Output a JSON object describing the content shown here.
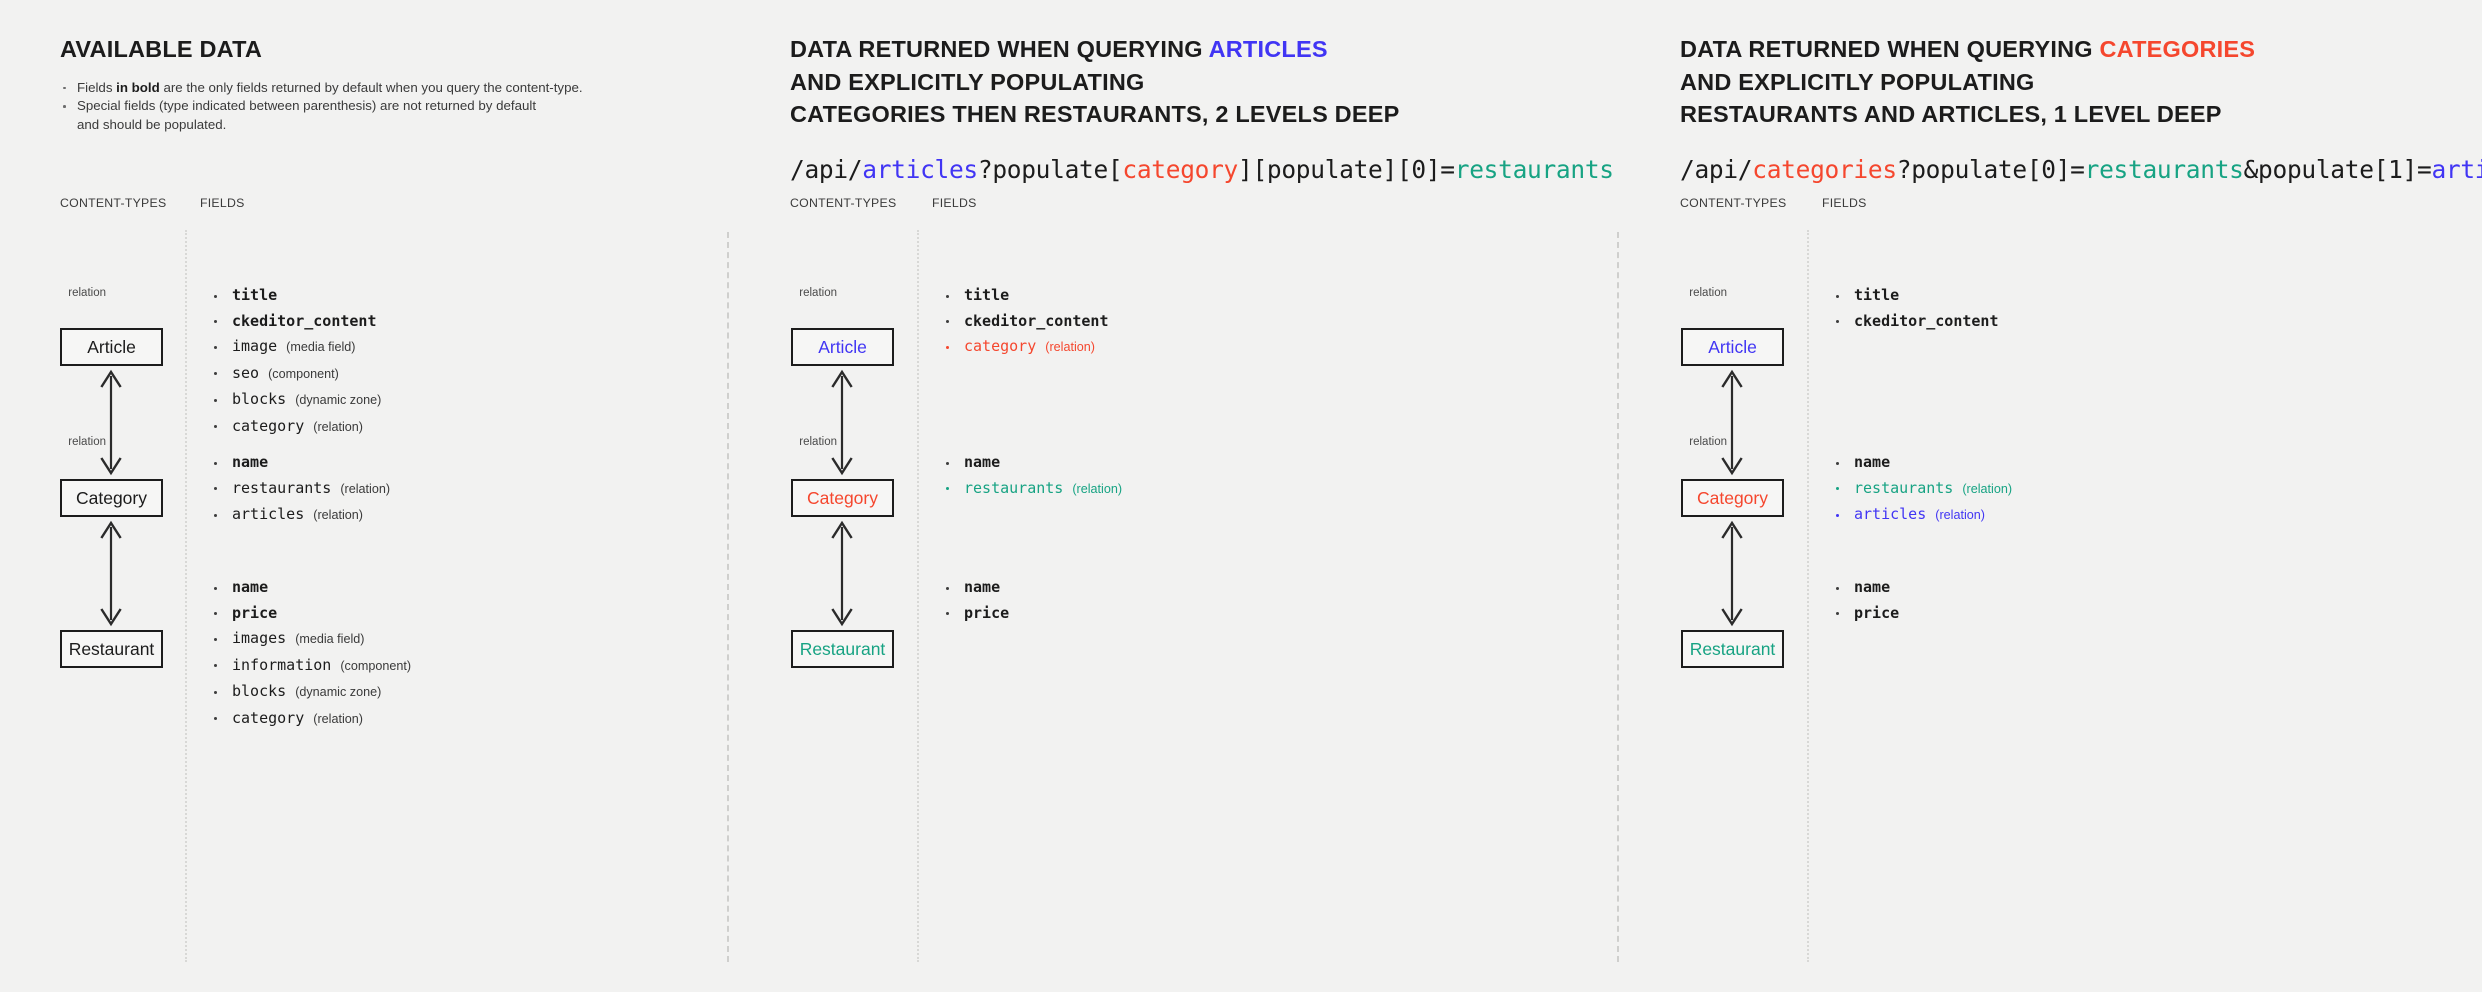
{
  "accent_colors": {
    "blue": "#4135f4",
    "red": "#f5472e",
    "teal": "#17a383",
    "background": "#f2f2f1",
    "text": "#1c1c1c"
  },
  "column_labels": {
    "content_types": "CONTENT-TYPES",
    "fields": "FIELDS"
  },
  "relation_label": "relation",
  "panels": [
    {
      "id": "available-data",
      "title_lines": [
        [
          {
            "t": "AVAILABLE DATA",
            "c": "plain"
          }
        ]
      ],
      "bullets": [
        "Fields <b>in bold</b> are the only fields returned by default when you query the content-type.",
        "Special fields (type indicated between parenthesis) are not returned by default<br>and should be populated."
      ],
      "api": null,
      "nodes": [
        {
          "label": "Article",
          "color": "plain"
        },
        {
          "label": "Category",
          "color": "plain"
        },
        {
          "label": "Restaurant",
          "color": "plain"
        }
      ],
      "field_groups": [
        {
          "for": "Article",
          "fields": [
            {
              "name": "title",
              "type": "",
              "bold": true,
              "color": "plain"
            },
            {
              "name": "ckeditor_content",
              "type": "",
              "bold": true,
              "color": "plain"
            },
            {
              "name": "image",
              "type": "(media field)",
              "bold": false,
              "color": "plain"
            },
            {
              "name": "seo",
              "type": "(component)",
              "bold": false,
              "color": "plain"
            },
            {
              "name": "blocks",
              "type": "(dynamic zone)",
              "bold": false,
              "color": "plain"
            },
            {
              "name": "category",
              "type": "(relation)",
              "bold": false,
              "color": "plain"
            }
          ]
        },
        {
          "for": "Category",
          "fields": [
            {
              "name": "name",
              "type": "",
              "bold": true,
              "color": "plain"
            },
            {
              "name": "restaurants",
              "type": "(relation)",
              "bold": false,
              "color": "plain"
            },
            {
              "name": "articles",
              "type": "(relation)",
              "bold": false,
              "color": "plain"
            }
          ]
        },
        {
          "for": "Restaurant",
          "fields": [
            {
              "name": "name",
              "type": "",
              "bold": true,
              "color": "plain"
            },
            {
              "name": "price",
              "type": "",
              "bold": true,
              "color": "plain"
            },
            {
              "name": "images",
              "type": "(media field)",
              "bold": false,
              "color": "plain"
            },
            {
              "name": "information",
              "type": "(component)",
              "bold": false,
              "color": "plain"
            },
            {
              "name": "blocks",
              "type": "(dynamic zone)",
              "bold": false,
              "color": "plain"
            },
            {
              "name": "category",
              "type": "(relation)",
              "bold": false,
              "color": "plain"
            }
          ]
        }
      ]
    },
    {
      "id": "query-articles",
      "title_lines": [
        [
          {
            "t": "DATA RETURNED WHEN QUERYING ",
            "c": "plain"
          },
          {
            "t": "ARTICLES",
            "c": "blue"
          }
        ],
        [
          {
            "t": "AND EXPLICITLY POPULATING",
            "c": "plain"
          }
        ],
        [
          {
            "t": "CATEGORIES THEN RESTAURANTS, 2 LEVELS DEEP",
            "c": "plain"
          }
        ]
      ],
      "bullets": [],
      "api": [
        {
          "t": "/api/",
          "c": "plain"
        },
        {
          "t": "articles",
          "c": "blue"
        },
        {
          "t": "?populate[",
          "c": "plain"
        },
        {
          "t": "category",
          "c": "red"
        },
        {
          "t": "][populate][0]=",
          "c": "plain"
        },
        {
          "t": "restaurants",
          "c": "teal"
        }
      ],
      "nodes": [
        {
          "label": "Article",
          "color": "blue"
        },
        {
          "label": "Category",
          "color": "red"
        },
        {
          "label": "Restaurant",
          "color": "teal"
        }
      ],
      "field_groups": [
        {
          "for": "Article",
          "fields": [
            {
              "name": "title",
              "type": "",
              "bold": true,
              "color": "plain"
            },
            {
              "name": "ckeditor_content",
              "type": "",
              "bold": true,
              "color": "plain"
            },
            {
              "name": "category",
              "type": "(relation)",
              "bold": false,
              "color": "red"
            }
          ]
        },
        {
          "for": "Category",
          "fields": [
            {
              "name": "name",
              "type": "",
              "bold": true,
              "color": "plain"
            },
            {
              "name": "restaurants",
              "type": "(relation)",
              "bold": false,
              "color": "teal"
            }
          ]
        },
        {
          "for": "Restaurant",
          "fields": [
            {
              "name": "name",
              "type": "",
              "bold": true,
              "color": "plain"
            },
            {
              "name": "price",
              "type": "",
              "bold": true,
              "color": "plain"
            }
          ]
        }
      ]
    },
    {
      "id": "query-categories",
      "title_lines": [
        [
          {
            "t": "DATA RETURNED WHEN QUERYING ",
            "c": "plain"
          },
          {
            "t": "CATEGORIES",
            "c": "red"
          }
        ],
        [
          {
            "t": "AND EXPLICITLY POPULATING",
            "c": "plain"
          }
        ],
        [
          {
            "t": "RESTAURANTS AND ARTICLES, 1 LEVEL DEEP",
            "c": "plain"
          }
        ]
      ],
      "bullets": [],
      "api": [
        {
          "t": "/api/",
          "c": "plain"
        },
        {
          "t": "categories",
          "c": "red"
        },
        {
          "t": "?populate[0]=",
          "c": "plain"
        },
        {
          "t": "restaurants",
          "c": "teal"
        },
        {
          "t": "&populate[1]=",
          "c": "plain"
        },
        {
          "t": "articles",
          "c": "blue"
        }
      ],
      "nodes": [
        {
          "label": "Article",
          "color": "blue"
        },
        {
          "label": "Category",
          "color": "red"
        },
        {
          "label": "Restaurant",
          "color": "teal"
        }
      ],
      "field_groups": [
        {
          "for": "Article",
          "fields": [
            {
              "name": "title",
              "type": "",
              "bold": true,
              "color": "plain"
            },
            {
              "name": "ckeditor_content",
              "type": "",
              "bold": true,
              "color": "plain"
            }
          ]
        },
        {
          "for": "Category",
          "fields": [
            {
              "name": "name",
              "type": "",
              "bold": true,
              "color": "plain"
            },
            {
              "name": "restaurants",
              "type": "(relation)",
              "bold": false,
              "color": "teal"
            },
            {
              "name": "articles",
              "type": "(relation)",
              "bold": false,
              "color": "blue"
            }
          ]
        },
        {
          "for": "Restaurant",
          "fields": [
            {
              "name": "name",
              "type": "",
              "bold": true,
              "color": "plain"
            },
            {
              "name": "price",
              "type": "",
              "bold": true,
              "color": "plain"
            }
          ]
        }
      ]
    }
  ]
}
